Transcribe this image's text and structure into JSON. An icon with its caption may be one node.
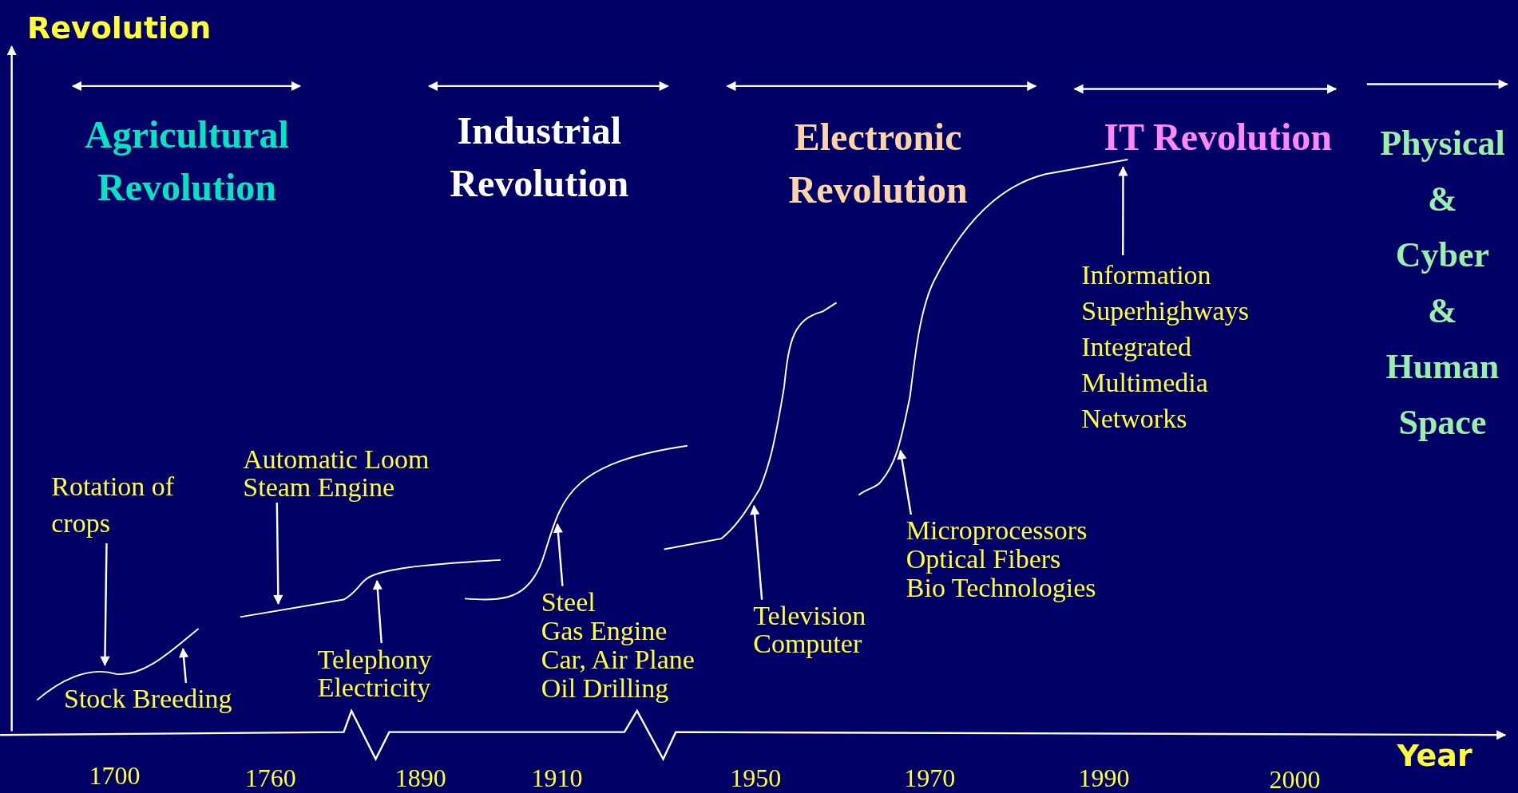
{
  "diagram": {
    "nodes": [
      {
        "text": [
          "Agricultural Revolution"
        ]
      },
      {
        "text": [
          "Industrial Revolution"
        ]
      },
      {
        "text": [
          "Electronic Revolution"
        ]
      },
      {
        "text": [
          "IT Revolution"
        ]
      },
      {
        "text": [
          "Physical & Cyber & Human Space"
        ]
      },
      {
        "text": [
          "Rotation of crops"
        ]
      },
      {
        "text": [
          "Stock Breeding"
        ]
      },
      {
        "text": [
          "Automatic Loom",
          "Steam Engine"
        ]
      },
      {
        "text": [
          "Telephony",
          "Electricity"
        ]
      },
      {
        "text": [
          "Steel",
          "Gas Engine",
          "Car, Air Plane",
          "Oil Drilling"
        ]
      },
      {
        "text": [
          "Television",
          "Computer"
        ]
      },
      {
        "text": [
          "Microprocessors",
          "Optical Fibers",
          "Bio Technologies"
        ]
      },
      {
        "text": [
          "Information Superhighways",
          "Integrated Multimedia Networks"
        ]
      },
      {
        "text": [],
        "shape": "curve"
      },
      {
        "text": [],
        "shape": "curve"
      },
      {
        "text": [],
        "shape": "curve"
      },
      {
        "text": [],
        "shape": "curve"
      },
      {
        "text": [],
        "shape": "curve"
      }
    ],
    "edges": [
      {
        "from": 5,
        "to": 13,
        "arrow": "to"
      },
      {
        "from": 6,
        "to": 13,
        "arrow": "to"
      },
      {
        "from": 7,
        "to": 14,
        "arrow": "to"
      },
      {
        "from": 8,
        "to": 14,
        "arrow": "to"
      },
      {
        "from": 9,
        "to": 15,
        "arrow": "to"
      },
      {
        "from": 10,
        "to": 16,
        "arrow": "to"
      },
      {
        "from": 11,
        "to": 17,
        "arrow": "to"
      },
      {
        "from": 12,
        "to": 17,
        "arrow": "to"
      }
    ],
    "labels": [
      "Revolution",
      "Year",
      "1700",
      "1760",
      "1890",
      "1910",
      "1950",
      "1970",
      "1990",
      "2000"
    ]
  }
}
